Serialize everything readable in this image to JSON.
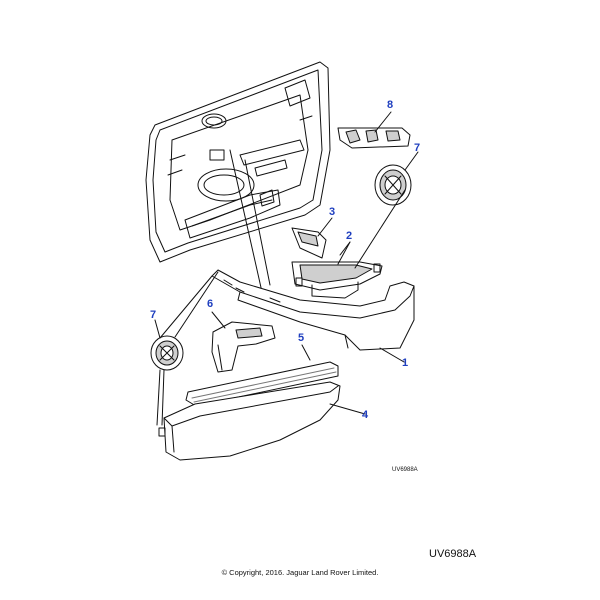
{
  "diagram_id_small": "UV6988A",
  "diagram_id_large": "UV6988A",
  "copyright": "© Copyright, 2016. Jaguar Land Rover Limited.",
  "callouts": {
    "c1": "1",
    "c2": "2",
    "c3": "3",
    "c4": "4",
    "c5": "5",
    "c6": "6",
    "c7a": "7",
    "c7b": "7",
    "c8": "8"
  },
  "colors": {
    "callout": "#1f3fbf",
    "line": "#111111",
    "part_fill": "#ffffff",
    "shade": "#cfcfcf"
  }
}
